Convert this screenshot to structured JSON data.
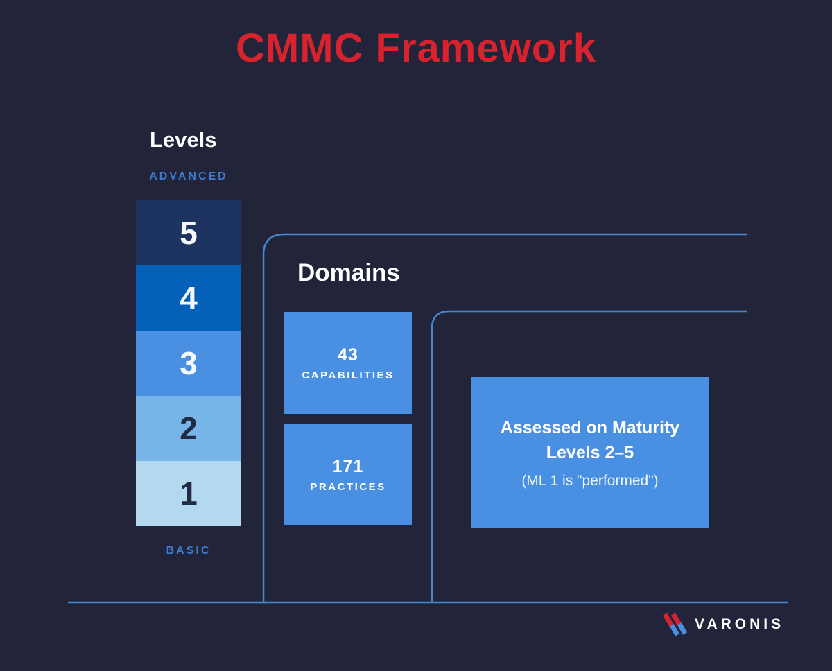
{
  "page": {
    "title": "CMMC Framework"
  },
  "levels": {
    "heading": "Levels",
    "top_label": "ADVANCED",
    "bottom_label": "BASIC",
    "items": [
      {
        "number": "5",
        "color": "#1e3460",
        "text_color": "#f4f7fc"
      },
      {
        "number": "4",
        "color": "#0560b8",
        "text_color": "#f4f7fc"
      },
      {
        "number": "3",
        "color": "#4a90e2",
        "text_color": "#f4f7fc"
      },
      {
        "number": "2",
        "color": "#77b4e8",
        "text_color": "#222a44"
      },
      {
        "number": "1",
        "color": "#b3d9f0",
        "text_color": "#222a44"
      }
    ]
  },
  "domains": {
    "heading": "Domains",
    "capabilities": {
      "value": "43",
      "label": "CAPABILITIES"
    },
    "practices": {
      "value": "171",
      "label": "PRACTICES"
    },
    "assessment": {
      "title_line1": "Assessed on Maturity",
      "title_line2": "Levels 2–5",
      "note": "(ML 1 is \"performed\")"
    }
  },
  "footer": {
    "brand": "VARONIS"
  },
  "icons": {
    "logo_mark": "varonis-double-slash-icon"
  },
  "colors": {
    "background": "#222539",
    "accent_red": "#d8232f",
    "label_blue": "#3c7bd0",
    "connector_blue": "#4587d4",
    "box_blue": "#4a90e2",
    "logo_red": "#d8232f",
    "logo_blue": "#4a90e2",
    "text_white": "#ffffff"
  }
}
